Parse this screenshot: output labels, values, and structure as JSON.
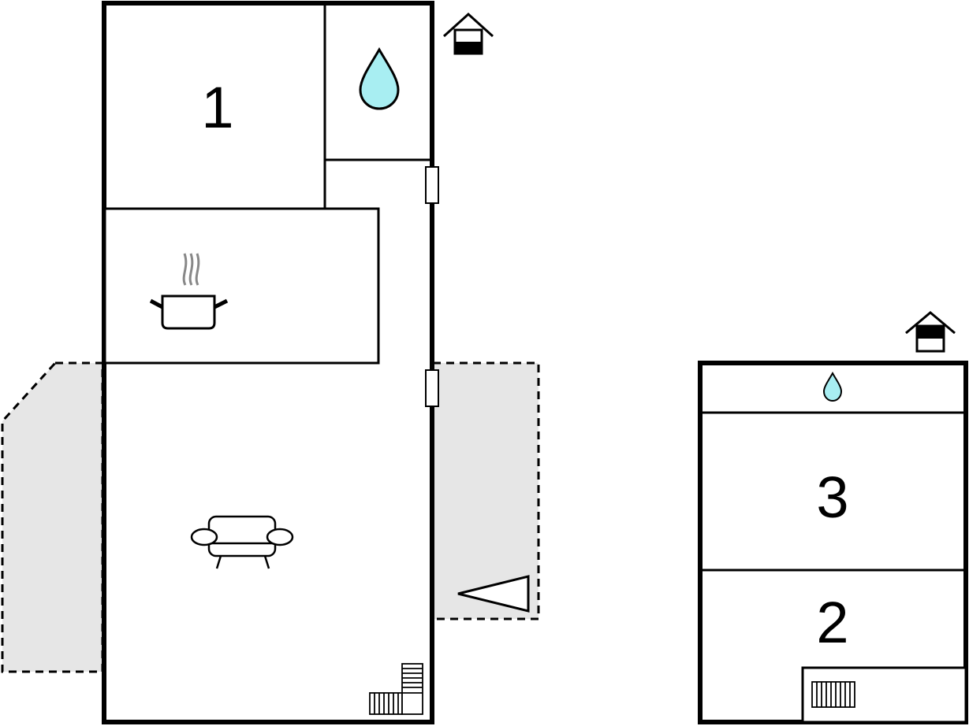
{
  "floors": [
    {
      "rooms": [
        {
          "label": "1",
          "kind": "bedroom"
        },
        {
          "label": "",
          "kind": "bathroom",
          "icon": "water-drop-icon"
        },
        {
          "label": "",
          "kind": "kitchen",
          "icon": "cooking-pot-icon"
        },
        {
          "label": "",
          "kind": "living-room",
          "icon": "sofa-icon"
        },
        {
          "label": "",
          "kind": "stairs",
          "icon": "stairs-icon"
        }
      ],
      "outdoor": [
        {
          "kind": "terrace-left"
        },
        {
          "kind": "terrace-right",
          "icon": "entrance-triangle-icon"
        }
      ],
      "marker": "house-floor-icon-ground"
    },
    {
      "rooms": [
        {
          "label": "",
          "kind": "bathroom",
          "icon": "water-drop-icon"
        },
        {
          "label": "3",
          "kind": "bedroom"
        },
        {
          "label": "2",
          "kind": "bedroom"
        },
        {
          "label": "",
          "kind": "stairs",
          "icon": "stairs-icon"
        }
      ],
      "marker": "house-floor-icon-upper"
    }
  ],
  "colors": {
    "wall": "#000000",
    "terrace_fill": "#e6e6e6",
    "water": "#a8eef2",
    "steam": "#888888"
  }
}
